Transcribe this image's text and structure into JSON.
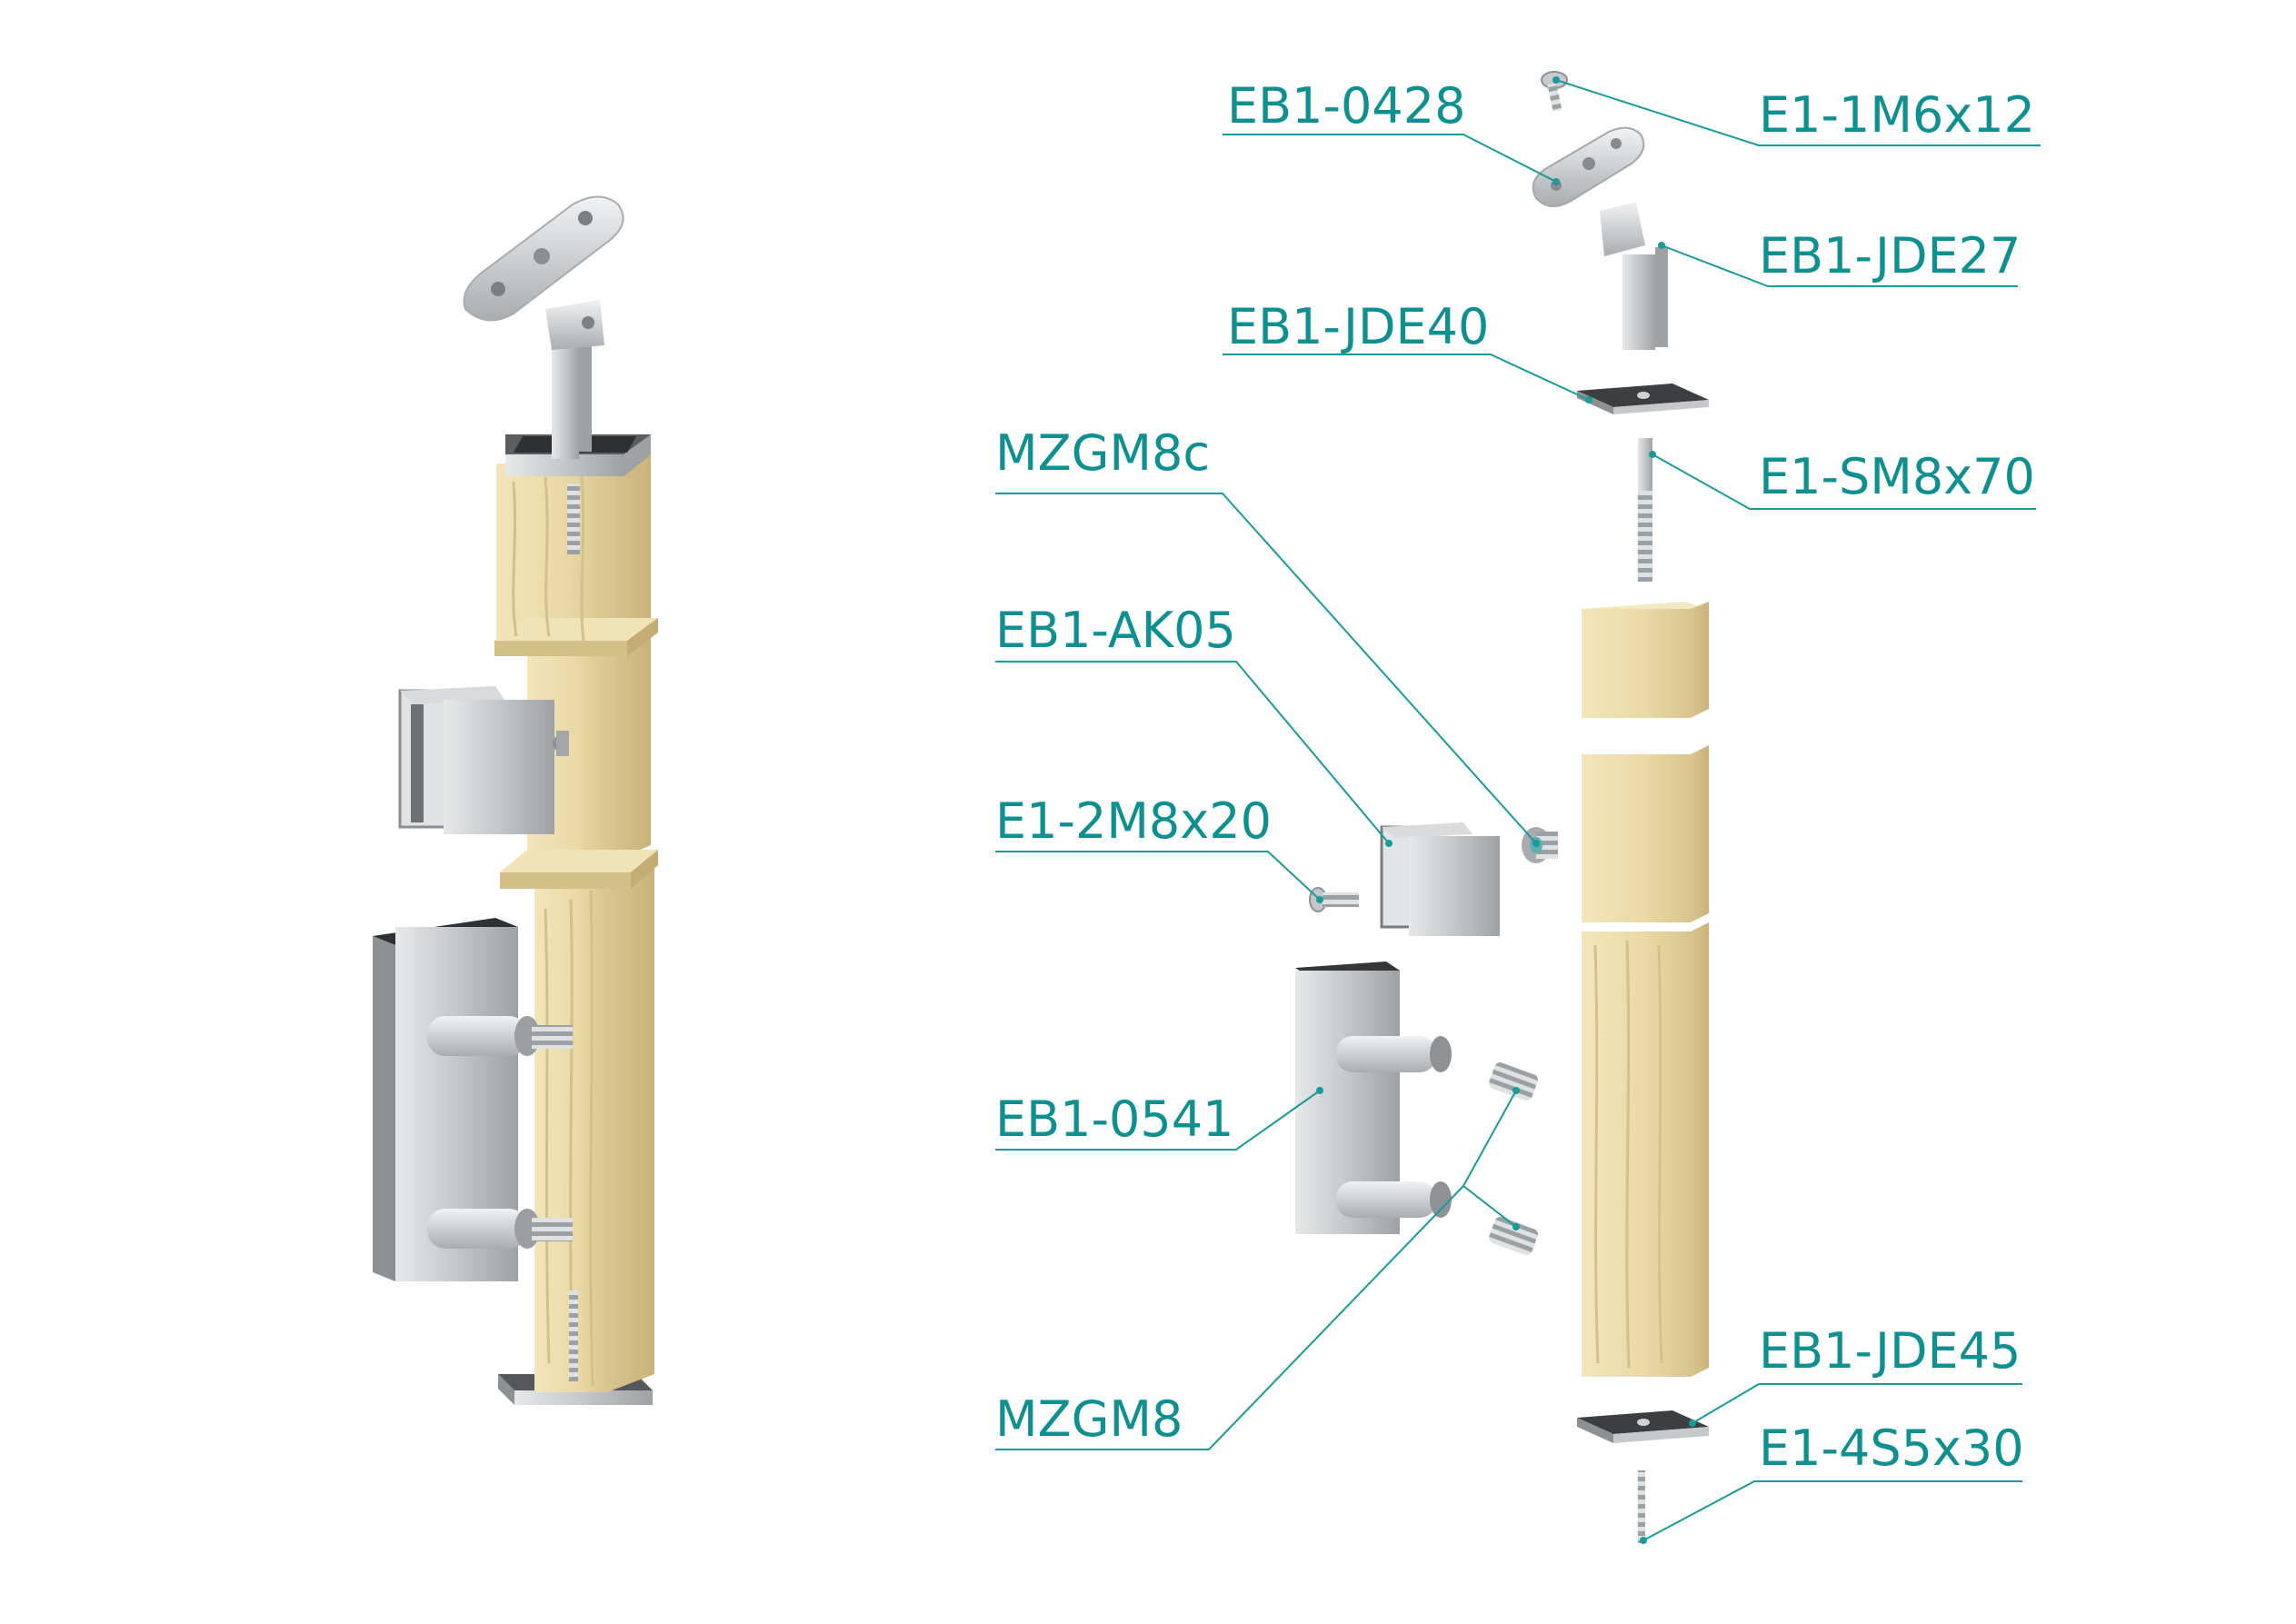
{
  "labels": {
    "eb1_0428": "EB1-0428",
    "e1_1m6x12": "E1-1M6x12",
    "eb1_jde27": "EB1-JDE27",
    "eb1_jde40": "EB1-JDE40",
    "mzgm8c": "MZGM8c",
    "e1_sm8x70": "E1-SM8x70",
    "eb1_ak05": "EB1-AK05",
    "e1_2m8x20": "E1-2M8x20",
    "eb1_0541": "EB1-0541",
    "mzgm8": "MZGM8",
    "eb1_jde45": "EB1-JDE45",
    "e1_4s5x30": "E1-4S5x30"
  },
  "colors": {
    "label": "#0e9090",
    "leader": "#1a9a9a",
    "wood": "#ead9a6",
    "wood_shadow": "#d2be86",
    "steel": "#c9cbcd",
    "steel_dark": "#8d9194"
  }
}
